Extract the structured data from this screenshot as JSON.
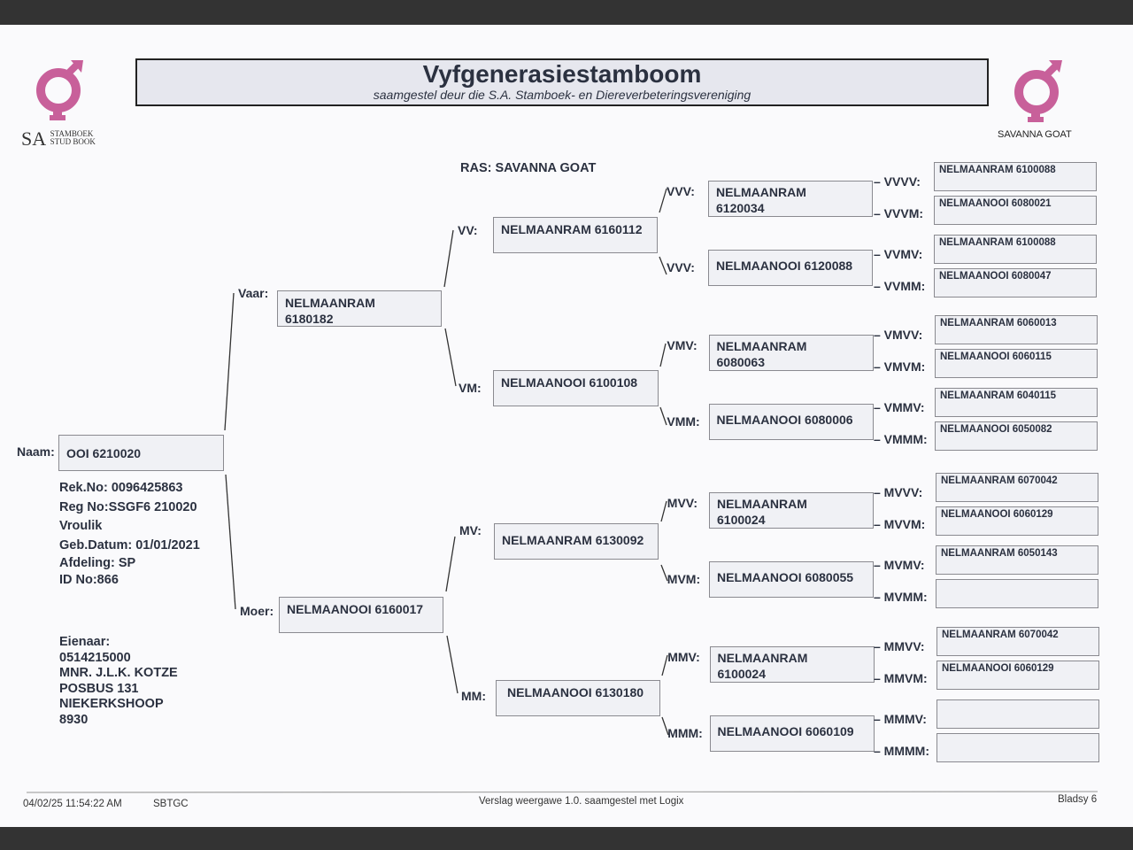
{
  "header": {
    "title": "Vyfgenerasiestamboom",
    "subtitle": "saamgestel deur die S.A. Stamboek- en Diereverbeteringsvereniging",
    "logo_left": {
      "big": "SA",
      "line1": "STAMBOEK",
      "line2": "STUD BOOK"
    },
    "logo_right": {
      "text": "SAVANNA GOAT"
    },
    "accent": "#c8609a"
  },
  "ras": "RAS: SAVANNA GOAT",
  "animal": {
    "label": "Naam:",
    "name": "OOI 6210020",
    "details": [
      "Rek.No: 0096425863",
      "Reg No:SSGF6   210020",
      "Vroulik",
      "Geb.Datum: 01/01/2021",
      "Afdeling: SP",
      "ID No:866"
    ],
    "owner": [
      "Eienaar:",
      "0514215000",
      "MNR. J.L.K. KOTZE",
      "POSBUS 131",
      "NIEKERKSHOOP",
      "8930"
    ]
  },
  "gen2": [
    {
      "label": "Vaar:",
      "name": "NELMAANRAM 6180182"
    },
    {
      "label": "Moer:",
      "name": "NELMAANOOI 6160017"
    }
  ],
  "gen3": [
    {
      "label": "VV:",
      "name": "NELMAANRAM 6160112"
    },
    {
      "label": "VM:",
      "name": "NELMAANOOI 6100108"
    },
    {
      "label": "MV:",
      "name": "NELMAANRAM 6130092"
    },
    {
      "label": "MM:",
      "name": "NELMAANOOI 6130180"
    }
  ],
  "gen4": [
    {
      "label": "VVV:",
      "name": "NELMAANRAM 6120034"
    },
    {
      "label": "VVV:",
      "name": "NELMAANOOI 6120088"
    },
    {
      "label": "VMV:",
      "name": "NELMAANRAM 6080063"
    },
    {
      "label": "VMM:",
      "name": "NELMAANOOI 6080006"
    },
    {
      "label": "MVV:",
      "name": "NELMAANRAM 6100024"
    },
    {
      "label": "MVM:",
      "name": "NELMAANOOI 6080055"
    },
    {
      "label": "MMV:",
      "name": "NELMAANRAM 6100024"
    },
    {
      "label": "MMM:",
      "name": "NELMAANOOI 6060109"
    }
  ],
  "gen5": [
    {
      "label": "– VVVV:",
      "name": "NELMAANRAM 6100088"
    },
    {
      "label": "– VVVM:",
      "name": "NELMAANOOI 6080021"
    },
    {
      "label": "– VVMV:",
      "name": "NELMAANRAM 6100088"
    },
    {
      "label": "– VVMM:",
      "name": "NELMAANOOI 6080047"
    },
    {
      "label": "– VMVV:",
      "name": "NELMAANRAM 6060013"
    },
    {
      "label": "– VMVM:",
      "name": "NELMAANOOI 6060115"
    },
    {
      "label": "– VMMV:",
      "name": "NELMAANRAM 6040115"
    },
    {
      "label": "– VMMM:",
      "name": "NELMAANOOI 6050082"
    },
    {
      "label": "– MVVV:",
      "name": "NELMAANRAM 6070042"
    },
    {
      "label": "– MVVM:",
      "name": "NELMAANOOI 6060129"
    },
    {
      "label": "– MVMV:",
      "name": "NELMAANRAM 6050143"
    },
    {
      "label": "– MVMM:",
      "name": ""
    },
    {
      "label": "– MMVV:",
      "name": "NELMAANRAM 6070042"
    },
    {
      "label": "– MMVM:",
      "name": "NELMAANOOI 6060129"
    },
    {
      "label": "– MMMV:",
      "name": ""
    },
    {
      "label": "– MMMM:",
      "name": ""
    }
  ],
  "footer": {
    "datetime": "04/02/25 11:54:22 AM",
    "code": "SBTGC",
    "center": "Verslag weergawe 1.0. saamgestel met Logix",
    "page": "Bladsy 6"
  }
}
